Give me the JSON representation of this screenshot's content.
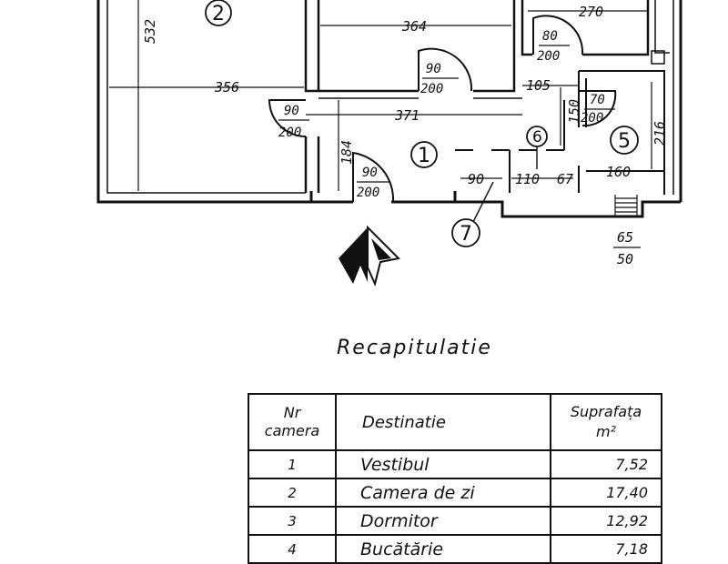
{
  "plan": {
    "dimensions": [
      "532",
      "356",
      "364",
      "270",
      "371",
      "184",
      "105",
      "150",
      "216",
      "160",
      "110",
      "67",
      "90"
    ],
    "doors": [
      {
        "top": "90",
        "bottom": "200"
      },
      {
        "top": "90",
        "bottom": "200"
      },
      {
        "top": "90",
        "bottom": "200"
      },
      {
        "top": "80",
        "bottom": "200"
      },
      {
        "top": "70",
        "bottom": "200"
      }
    ],
    "room_numbers": [
      "1",
      "2",
      "5",
      "6",
      "7"
    ],
    "stair_note": {
      "top": "65",
      "bottom": "50"
    },
    "north_arrow_icon": "north-arrow-icon"
  },
  "recap": {
    "title": "Recapitulatie",
    "headers": {
      "nr_line1": "Nr",
      "nr_line2": "camera",
      "destination": "Destinatie",
      "surface_line1": "Suprafața",
      "surface_line2": "m²"
    },
    "rows": [
      {
        "nr": "1",
        "dest": "Vestibul",
        "area": "7,52"
      },
      {
        "nr": "2",
        "dest": "Camera de zi",
        "area": "17,40"
      },
      {
        "nr": "3",
        "dest": "Dormitor",
        "area": "12,92"
      },
      {
        "nr": "4",
        "dest": "Bucătărie",
        "area": "7,18"
      }
    ]
  }
}
